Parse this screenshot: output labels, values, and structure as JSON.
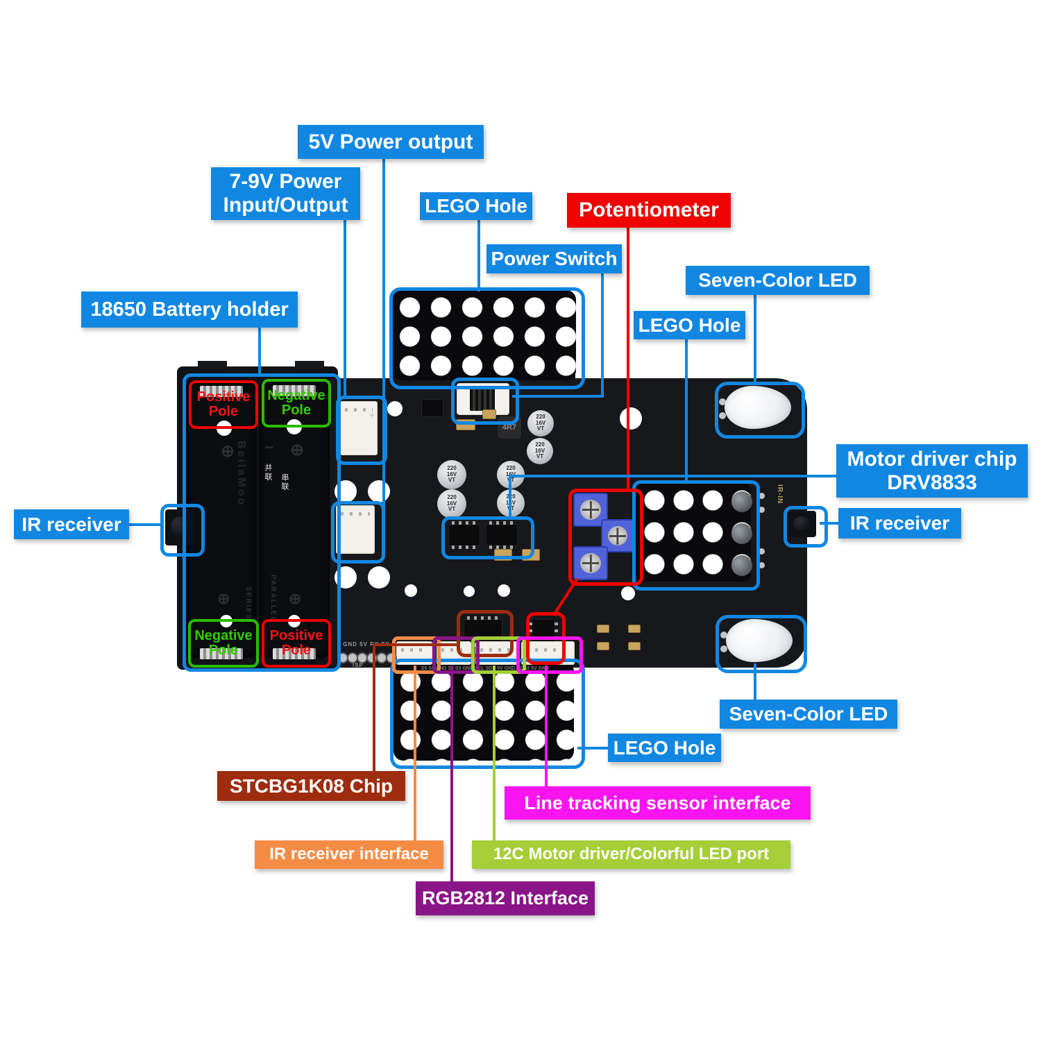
{
  "labels": {
    "five_v_power_output": "5V Power output",
    "seven_nine_line1": "7-9V Power",
    "seven_nine_line2": "Input/Output",
    "lego_hole": "LEGO Hole",
    "potentiometer": "Potentiometer",
    "power_switch": "Power Switch",
    "seven_color_led": "Seven-Color LED",
    "battery_holder": "18650 Battery holder",
    "positive_pole_line1": "Positive",
    "negative_pole_line1": "Negative",
    "pole_line2": "Pole",
    "ir_receiver": "IR receiver",
    "motor_chip_line1": "Motor driver chip",
    "motor_chip_line2": "DRV8833",
    "stcbg_chip": "STCBG1K08 Chip",
    "line_tracking": "Line tracking sensor interface",
    "ir_interface": "IR receiver interface",
    "i2c_port": "12C Motor driver/Colorful LED port",
    "rgb_interface": "RGB2812 Interface"
  },
  "board": {
    "pin_labels": "GND 5V RX TX",
    "isp": "ISP",
    "ir_in": "IR-IN",
    "inductor": "4R7",
    "capacitor": "220 16V VT",
    "brand": "BeilaMoo",
    "parallel": "PARALLEL",
    "series": "SERIES",
    "cn_parallel": "并联",
    "cn_series": "串联",
    "plus_sign": "⊕",
    "minus_sign": "−",
    "plus_small": "+",
    "plate_pins": "S5 S6 GND   S4 S3 GND   SCL SDA 5V GND   S1 S2 5V GND"
  },
  "colors": {
    "label_blue": "#1287E2",
    "label_red": "#EE0202",
    "label_brown": "#9E2D10",
    "label_magenta": "#FA14F0",
    "label_orange": "#F58C46",
    "label_lime": "#A5CE39",
    "label_purple": "#8A1588",
    "outline_green": "#2DBA00",
    "pole_red_text": "#F01515",
    "pole_green_text": "#33CC00",
    "board_black": "#17181b",
    "trimpot_blue": "#5063d8"
  }
}
